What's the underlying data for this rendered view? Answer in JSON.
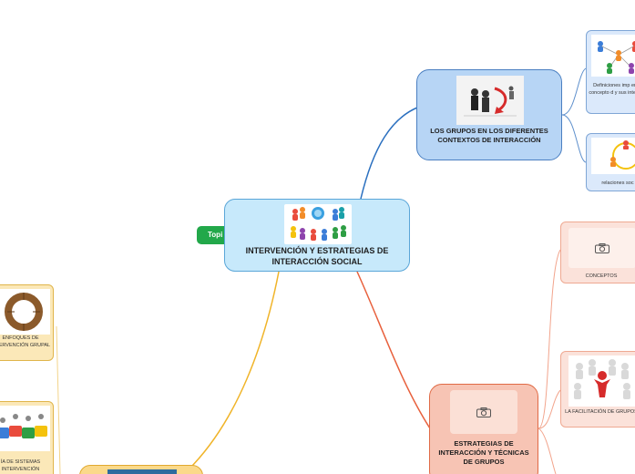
{
  "central": {
    "label": "INTERVENCIÓN Y ESTRATEGIAS DE INTERACCIÓN SOCIAL"
  },
  "floating_topic": {
    "label": "Topi"
  },
  "branches": {
    "groups": {
      "label": "LOS GRUPOS EN LOS DIFERENTES CONTEXTOS DE INTERACCIÓN",
      "children": [
        {
          "label": "Definiciones imp en el concepto d y sus interacci"
        },
        {
          "label": "relaciones soc"
        }
      ]
    },
    "strategies": {
      "label": "ESTRATEGIAS DE INTERACCIÓN Y TÉCNICAS DE GRUPOS",
      "children": [
        {
          "label": "CONCEPTOS"
        },
        {
          "label": "LA FACILITACIÓN DE GRUPOS"
        }
      ]
    },
    "left": {
      "children": [
        {
          "label": "ENFOQUES DE INTERVENCIÓN GRUPAL"
        },
        {
          "label": "ÍA DE SISTEMAS INTERVENCIÓN"
        }
      ]
    }
  },
  "colors": {
    "blue_branch": "#2a6fbf",
    "salmon_branch": "#e8603c",
    "yellow_branch": "#f0b429",
    "topic_green": "#22a84a"
  },
  "icons": [
    "people-network-icon",
    "camera-icon",
    "business-handshake-icon",
    "hands-circle-icon",
    "puzzle-people-icon",
    "team-leader-icon",
    "relations-network-icon"
  ]
}
